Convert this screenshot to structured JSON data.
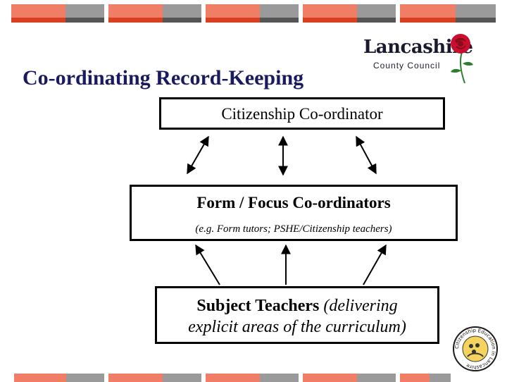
{
  "title": "Co-ordinating Record-Keeping",
  "logo": {
    "word": "Lancashire",
    "sub": "County Council"
  },
  "boxes": {
    "top": "Citizenship Co-ordinator",
    "middle": {
      "title": "Form / Focus Co-ordinators",
      "subtitle": "(e.g. Form tutors; PSHE/Citizenship teachers)"
    },
    "bottom": {
      "bold": "Subject Teachers",
      "italic_1": "(delivering",
      "italic_2": "explicit areas of the curriculum)"
    }
  },
  "badge": {
    "text": "Citizenship Education in Lancashire"
  },
  "colors": {
    "title": "#1a1a5e",
    "accent_red": "#d8401f",
    "band_red": "#f07e66",
    "band_grey": "#9a9a9a",
    "rose": "#c8102e"
  }
}
